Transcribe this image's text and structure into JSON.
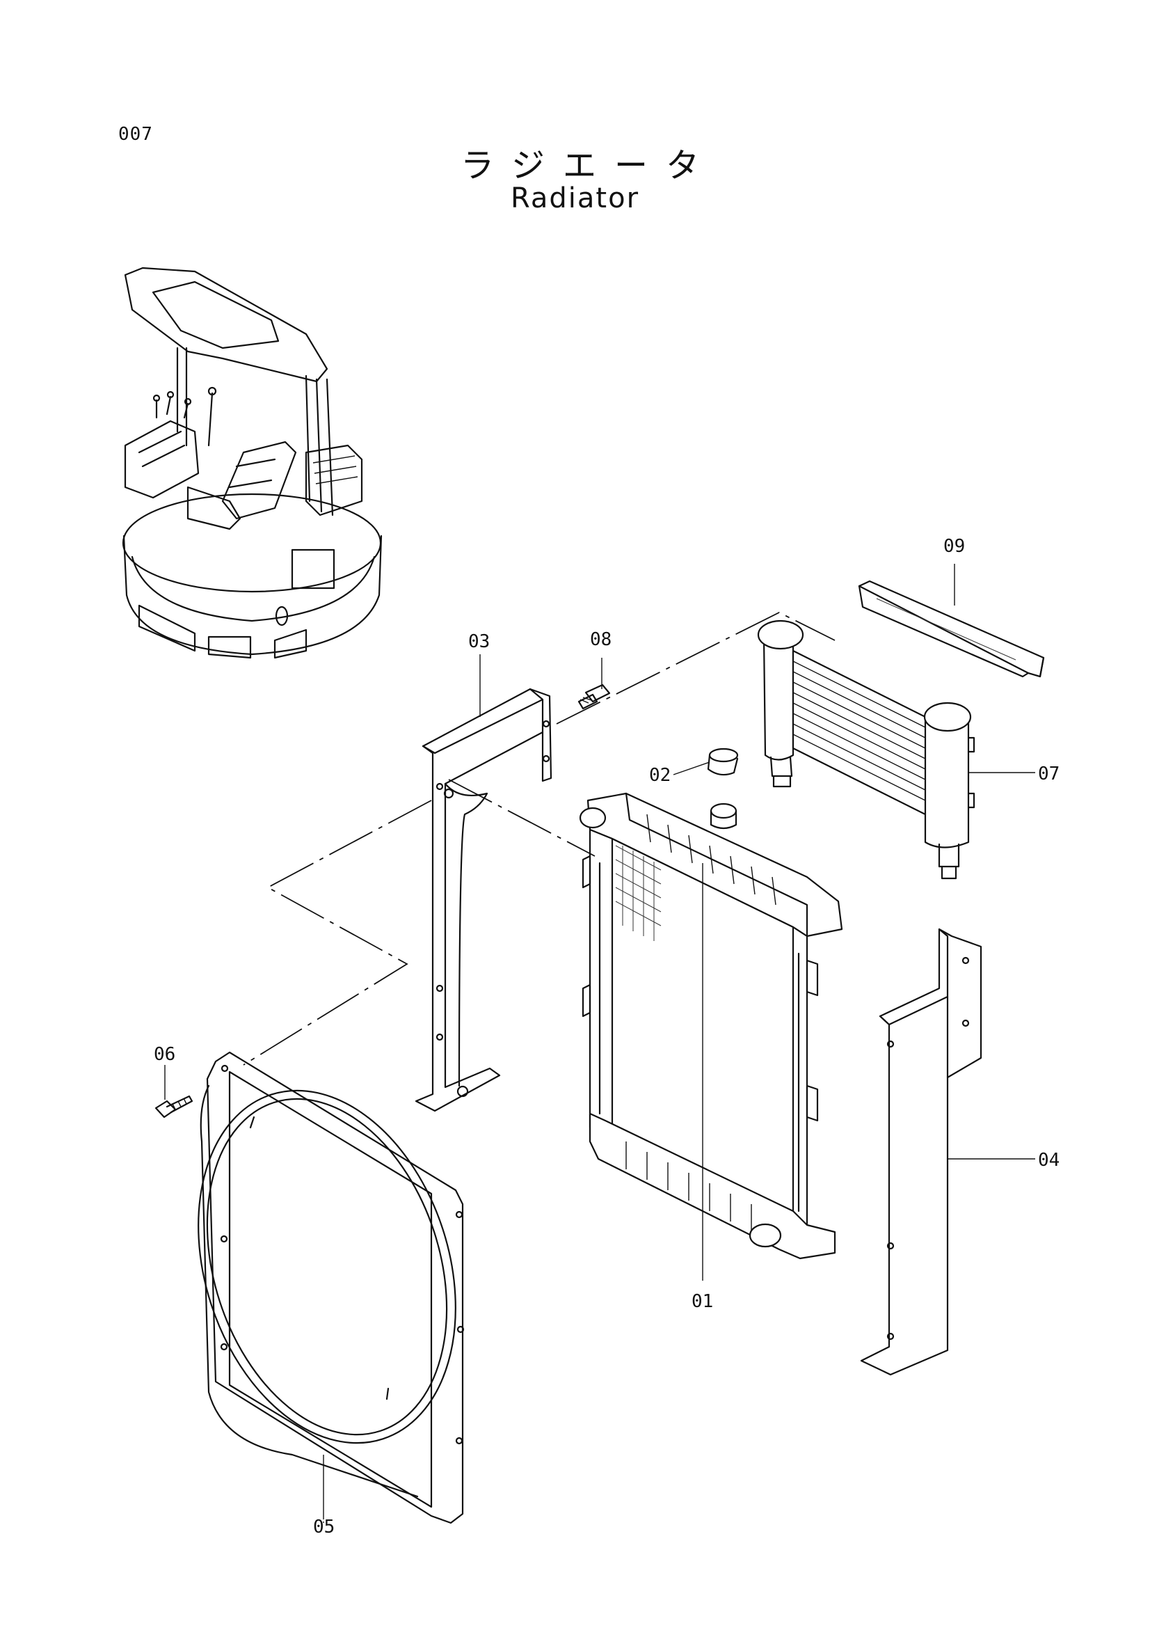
{
  "page": {
    "page_number": "007",
    "title_jp": "ラジエータ",
    "title_en": "Radiator"
  },
  "callouts": [
    {
      "id": "01",
      "label": "01",
      "part": "radiator"
    },
    {
      "id": "02",
      "label": "02",
      "part": "cap"
    },
    {
      "id": "03",
      "label": "03",
      "part": "bracket-left"
    },
    {
      "id": "04",
      "label": "04",
      "part": "bracket-right"
    },
    {
      "id": "05",
      "label": "05",
      "part": "fan-shroud"
    },
    {
      "id": "06",
      "label": "06",
      "part": "bolt-shroud"
    },
    {
      "id": "07",
      "label": "07",
      "part": "oil-cooler"
    },
    {
      "id": "08",
      "label": "08",
      "part": "bolt-bracket"
    },
    {
      "id": "09",
      "label": "09",
      "part": "seal"
    }
  ]
}
